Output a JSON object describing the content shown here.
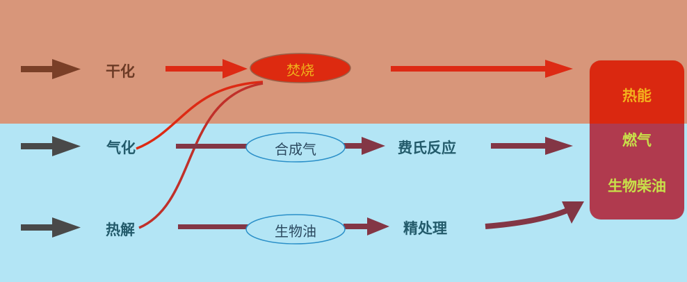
{
  "inputs": {
    "drying": "干化",
    "gasification": "气化",
    "pyrolysis": "热解"
  },
  "intermediates": {
    "combustion": "焚烧",
    "syngas": "合成气",
    "bio_oil": "生物油"
  },
  "processes": {
    "fischer_tropsch": "费氏反应",
    "refining": "精处理"
  },
  "outputs": {
    "heat": "热能",
    "gas": "燃气",
    "biodiesel": "生物柴油"
  },
  "colors": {
    "top_band": "#d8967a",
    "bottom_band": "#b3e5f5",
    "red_arrow": "#dd2a14",
    "maroon_arrow": "#833645",
    "gray_arrow": "#494949",
    "brown_arrow": "#7a3f27",
    "ellipse_blue": "#2a8fc8",
    "combustion_fill": "#dd2a10",
    "combustion_text": "#f0b21c",
    "output_top": "#da2810",
    "output_bottom": "#b03a4e",
    "heat_text": "#f3b11d",
    "fuel_text": "#c8e04a"
  }
}
